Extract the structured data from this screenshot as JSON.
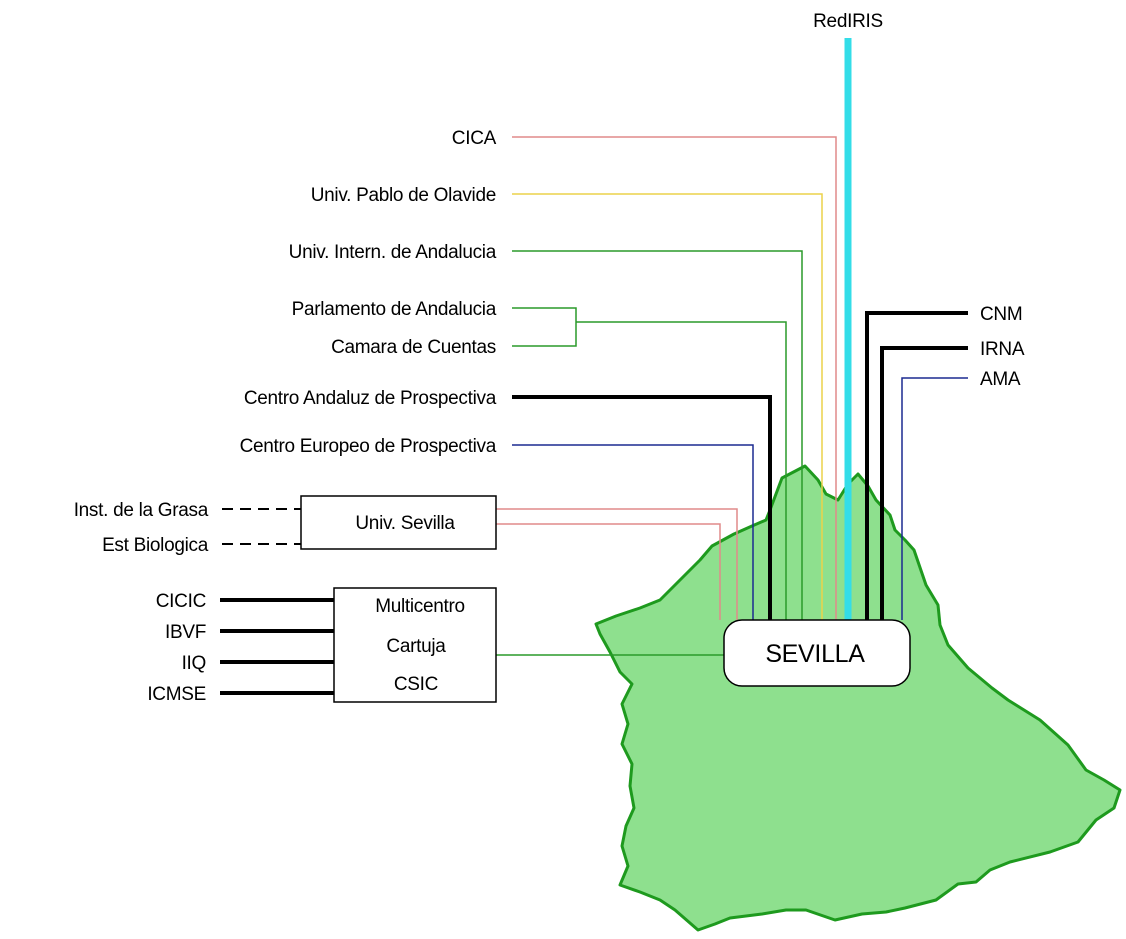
{
  "top_link": "RedIRIS",
  "left_nodes": [
    "CICA",
    "Univ. Pablo de Olavide",
    "Univ. Intern. de Andalucia",
    "Parlamento de Andalucia",
    "Camara de Cuentas",
    "Centro Andaluz de Prospectiva",
    "Centro Europeo de Prospectiva"
  ],
  "univ_sevilla": {
    "label": "Univ. Sevilla",
    "members": [
      "Inst. de la Grasa",
      "Est Biologica"
    ]
  },
  "multicentro": {
    "lines": [
      "Multicentro",
      "Cartuja",
      "CSIC"
    ],
    "members": [
      "CICIC",
      "IBVF",
      "IIQ",
      "ICMSE"
    ]
  },
  "right_nodes": [
    "CNM",
    "IRNA",
    "AMA"
  ],
  "hub": "SEVILLA",
  "colors": {
    "region_fill": "#8ee08e",
    "region_border": "#1e9a1e",
    "rediris": "#33dde8",
    "cica": "#e08a8a",
    "olavide": "#ecd24a",
    "green_link": "#2a9a2a",
    "black_link": "#000000",
    "blue_link": "#1c2a90",
    "univ_sevilla_link": "#e08a8a"
  }
}
